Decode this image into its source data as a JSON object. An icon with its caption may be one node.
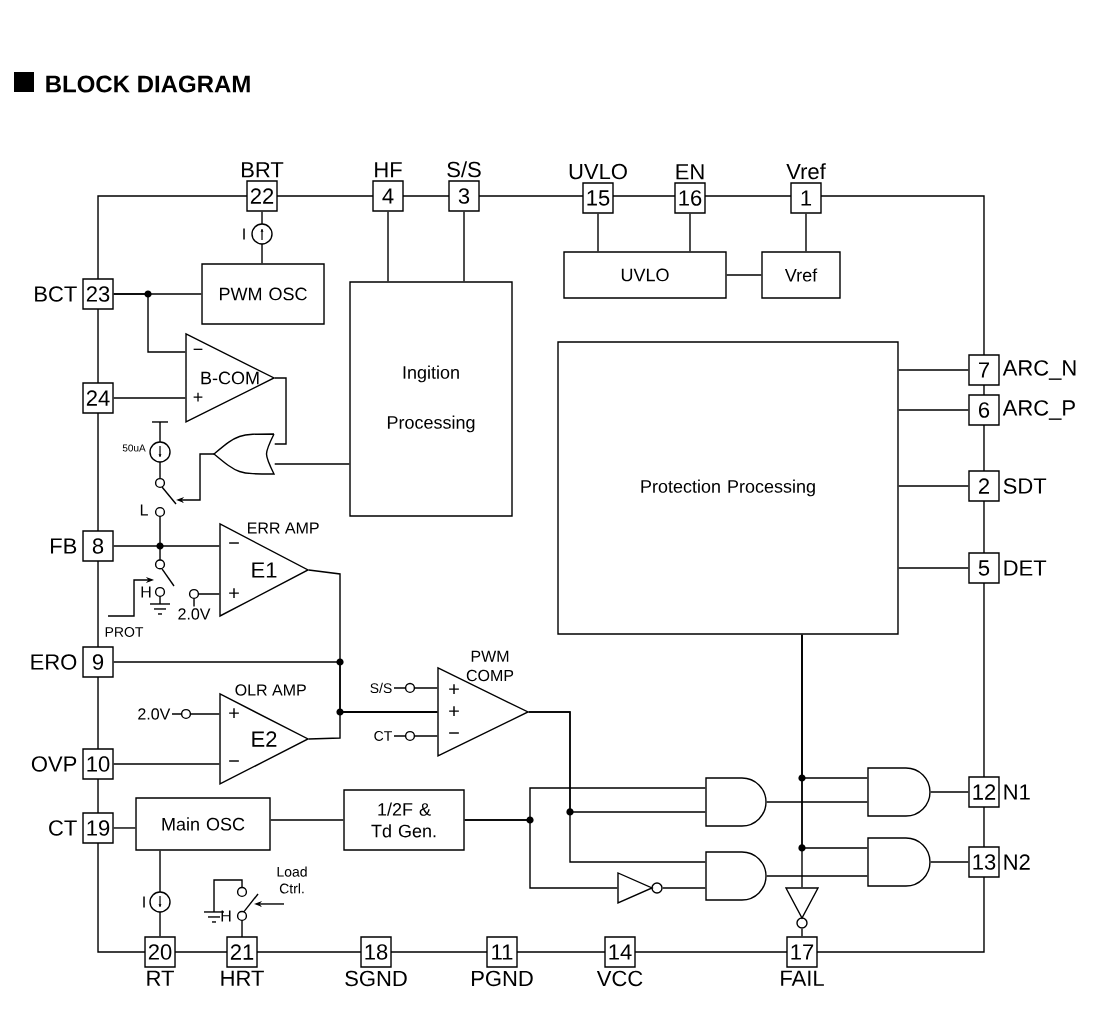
{
  "diagram": {
    "title": "BLOCK DIAGRAM",
    "nodes": [
      {
        "text": [
          "22"
        ],
        "beside": [
          "BRT"
        ]
      },
      {
        "text": [
          "4"
        ],
        "beside": [
          "HF"
        ]
      },
      {
        "text": [
          "3"
        ],
        "beside": [
          "S/S"
        ]
      },
      {
        "text": [
          "15"
        ],
        "beside": [
          "UVLO"
        ]
      },
      {
        "text": [
          "16"
        ],
        "beside": [
          "EN"
        ]
      },
      {
        "text": [
          "1"
        ],
        "beside": [
          "Vref"
        ]
      },
      {
        "text": [
          "23"
        ],
        "beside": [
          "BCT"
        ]
      },
      {
        "text": [
          "PWM OSC"
        ]
      },
      {
        "text": [
          "Ingition Processing"
        ]
      },
      {
        "text": [
          "UVLO"
        ]
      },
      {
        "text": [
          "Vref"
        ]
      },
      {
        "text": [
          "B-COM"
        ]
      },
      {
        "text": [
          "7"
        ],
        "beside": [
          "ARC_N"
        ]
      },
      {
        "text": [
          "6"
        ],
        "beside": [
          "ARC_P"
        ]
      },
      {
        "text": [
          "24"
        ]
      },
      {
        "text": [],
        "shape": "gate"
      },
      {
        "text": [
          "Protection Processing"
        ]
      },
      {
        "text": [
          "2"
        ],
        "beside": [
          "SDT"
        ]
      },
      {
        "text": [
          "8"
        ],
        "beside": [
          "FB"
        ]
      },
      {
        "text": [
          "E1"
        ],
        "beside": [
          "ERR AMP"
        ]
      },
      {
        "text": [
          "5"
        ],
        "beside": [
          "DET"
        ]
      },
      {
        "text": [
          "9"
        ],
        "beside": [
          "ERO"
        ]
      },
      {
        "text": [
          "E2"
        ],
        "beside": [
          "OLR AMP"
        ]
      },
      {
        "text": [],
        "shape": "triangle",
        "beside": [
          "PWM COMP"
        ]
      },
      {
        "text": [
          "10"
        ],
        "beside": [
          "OVP"
        ]
      },
      {
        "text": [
          "19"
        ],
        "beside": [
          "CT"
        ]
      },
      {
        "text": [
          "Main OSC"
        ]
      },
      {
        "text": [
          "1/2F & Td Gen."
        ]
      },
      {
        "text": [],
        "shape": "gate"
      },
      {
        "text": [],
        "shape": "gate"
      },
      {
        "text": [],
        "shape": "triangle"
      },
      {
        "text": [],
        "shape": "gate"
      },
      {
        "text": [],
        "shape": "gate"
      },
      {
        "text": [
          "12"
        ],
        "beside": [
          "N1"
        ]
      },
      {
        "text": [
          "13"
        ],
        "beside": [
          "N2"
        ]
      },
      {
        "text": [],
        "shape": "triangle"
      },
      {
        "text": [
          "20"
        ],
        "beside": [
          "RT"
        ]
      },
      {
        "text": [
          "21"
        ],
        "beside": [
          "HRT"
        ]
      },
      {
        "text": [
          "18"
        ],
        "beside": [
          "SGND"
        ]
      },
      {
        "text": [
          "11"
        ],
        "beside": [
          "PGND"
        ]
      },
      {
        "text": [
          "14"
        ],
        "beside": [
          "VCC"
        ]
      },
      {
        "text": [
          "17"
        ],
        "beside": [
          "FAIL"
        ]
      },
      {
        "text": [
          "2.0V"
        ]
      },
      {
        "text": [
          "2.0V"
        ]
      },
      {
        "text": [
          "S/S"
        ]
      },
      {
        "text": [
          "CT"
        ]
      }
    ],
    "edges": [
      {
        "from": 0,
        "to": 7,
        "arrow": "none"
      },
      {
        "from": 1,
        "to": 8,
        "arrow": "none"
      },
      {
        "from": 2,
        "to": 8,
        "arrow": "none"
      },
      {
        "from": 3,
        "to": 9,
        "arrow": "none"
      },
      {
        "from": 4,
        "to": 9,
        "arrow": "none"
      },
      {
        "from": 5,
        "to": 10,
        "arrow": "none"
      },
      {
        "from": 9,
        "to": 10,
        "arrow": "none"
      },
      {
        "from": 6,
        "to": 7,
        "arrow": "none"
      },
      {
        "from": 6,
        "to": 11,
        "arrow": "none"
      },
      {
        "from": 14,
        "to": 11,
        "arrow": "none"
      },
      {
        "from": 11,
        "to": 15,
        "arrow": "none"
      },
      {
        "from": 8,
        "to": 15,
        "arrow": "none"
      },
      {
        "from": 18,
        "to": 19,
        "arrow": "none"
      },
      {
        "from": 19,
        "to": 23,
        "arrow": "none"
      },
      {
        "from": 21,
        "to": 23,
        "arrow": "none"
      },
      {
        "from": 22,
        "to": 23,
        "arrow": "none"
      },
      {
        "from": 24,
        "to": 22,
        "arrow": "none"
      },
      {
        "from": 25,
        "to": 26,
        "arrow": "none"
      },
      {
        "from": 26,
        "to": 27,
        "arrow": "none"
      },
      {
        "from": 26,
        "to": 36,
        "arrow": "none"
      },
      {
        "from": 12,
        "to": 16,
        "arrow": "none"
      },
      {
        "from": 13,
        "to": 16,
        "arrow": "none"
      },
      {
        "from": 17,
        "to": 16,
        "arrow": "none"
      },
      {
        "from": 20,
        "to": 16,
        "arrow": "none"
      },
      {
        "from": 27,
        "to": 28,
        "arrow": "none"
      },
      {
        "from": 27,
        "to": 30,
        "arrow": "none"
      },
      {
        "from": 30,
        "to": 29,
        "arrow": "none"
      },
      {
        "from": 23,
        "to": 28,
        "arrow": "none"
      },
      {
        "from": 23,
        "to": 29,
        "arrow": "none"
      },
      {
        "from": 28,
        "to": 31,
        "arrow": "none"
      },
      {
        "from": 29,
        "to": 32,
        "arrow": "none"
      },
      {
        "from": 16,
        "to": 31,
        "arrow": "none"
      },
      {
        "from": 16,
        "to": 32,
        "arrow": "none"
      },
      {
        "from": 16,
        "to": 35,
        "arrow": "none"
      },
      {
        "from": 35,
        "to": 41,
        "arrow": "none"
      },
      {
        "from": 31,
        "to": 33,
        "arrow": "none"
      },
      {
        "from": 32,
        "to": 34,
        "arrow": "none"
      },
      {
        "from": 42,
        "to": 19,
        "arrow": "none"
      },
      {
        "from": 43,
        "to": 22,
        "arrow": "none"
      },
      {
        "from": 44,
        "to": 23,
        "arrow": "none"
      },
      {
        "from": 45,
        "to": 23,
        "arrow": "none"
      }
    ],
    "labels": [
      "I",
      "−",
      "+",
      "50uA",
      "L",
      "−",
      "+",
      "H",
      "PROT",
      "+",
      "−",
      "+",
      "+",
      "−",
      "I",
      "Load Ctrl.",
      "H"
    ]
  }
}
